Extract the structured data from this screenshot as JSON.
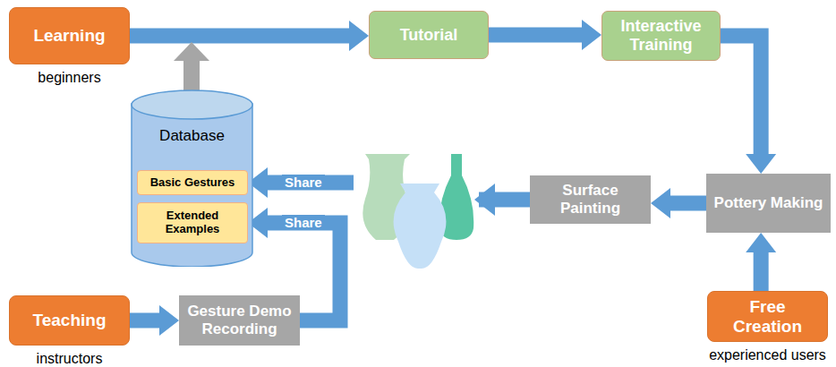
{
  "diagram": {
    "nodes": [
      {
        "text": [
          "Learning",
          "beginners"
        ]
      },
      {
        "text": [
          "Tutorial"
        ]
      },
      {
        "text": [
          "Interactive Training"
        ]
      },
      {
        "text": [
          "Pottery Making"
        ]
      },
      {
        "text": [
          "Surface Painting"
        ]
      },
      {
        "text": [
          "Free Creation",
          "experienced users"
        ]
      },
      {
        "text": [
          "Database"
        ]
      },
      {
        "text": [
          "Basic Gestures"
        ],
        "in": 6
      },
      {
        "text": [
          "Extended Examples"
        ],
        "in": 6
      },
      {
        "text": [
          "Teaching",
          "instructors"
        ]
      },
      {
        "text": [
          "Gesture Demo Recording"
        ]
      }
    ],
    "edges": [
      {
        "from": 0,
        "to": 1,
        "arrow": "to"
      },
      {
        "from": 1,
        "to": 2,
        "arrow": "to"
      },
      {
        "from": 2,
        "to": 3,
        "arrow": "to"
      },
      {
        "from": 5,
        "to": 3,
        "arrow": "to"
      },
      {
        "from": 3,
        "to": 4,
        "arrow": "to"
      },
      {
        "from": 4,
        "to": 7,
        "label": "Share",
        "arrow": "to"
      },
      {
        "from": 10,
        "to": 8,
        "label": "Share",
        "arrow": "to"
      },
      {
        "from": 9,
        "to": 10,
        "arrow": "to"
      }
    ]
  }
}
